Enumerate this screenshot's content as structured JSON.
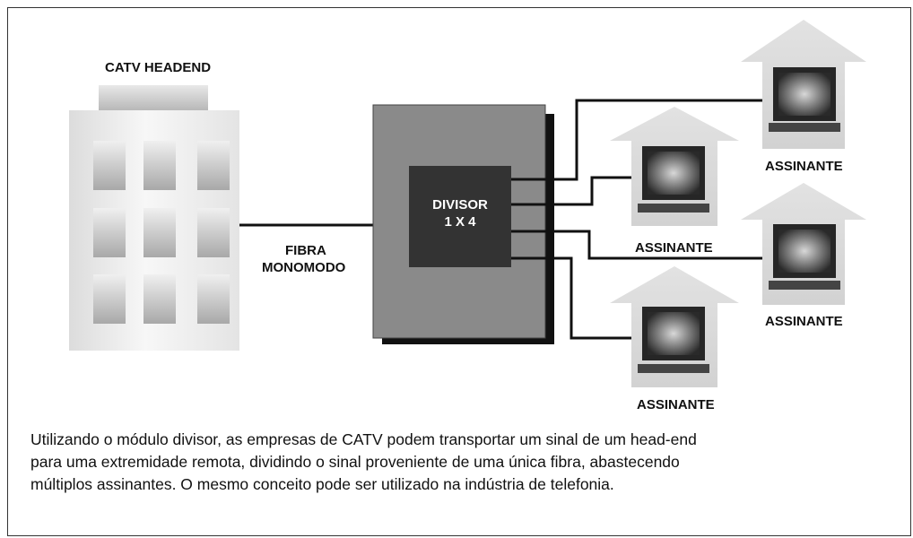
{
  "diagram": {
    "headend_label": "CATV HEADEND",
    "fiber_label_line1": "FIBRA",
    "fiber_label_line2": "MONOMODO",
    "splitter_label_line1": "DIVISOR",
    "splitter_label_line2": "1 X 4",
    "subscriber_label": "ASSINANTE"
  },
  "caption": "Utilizando o módulo divisor, as empresas de CATV podem transportar um sinal de um head-end para uma extremidade remota, dividindo o sinal proveniente de uma única fibra, abastecendo múltiplos assinantes. O mesmo conceito pode ser utilizado na indústria de telefonia."
}
